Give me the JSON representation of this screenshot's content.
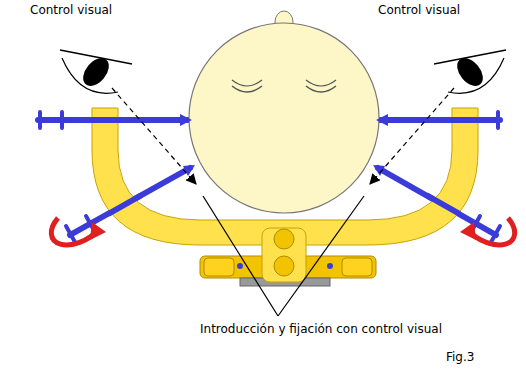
{
  "diagram": {
    "caption": "Fig.3",
    "labels": [
      "Control visual",
      "Control visual",
      "Introducción y fijación con control visual"
    ]
  }
}
